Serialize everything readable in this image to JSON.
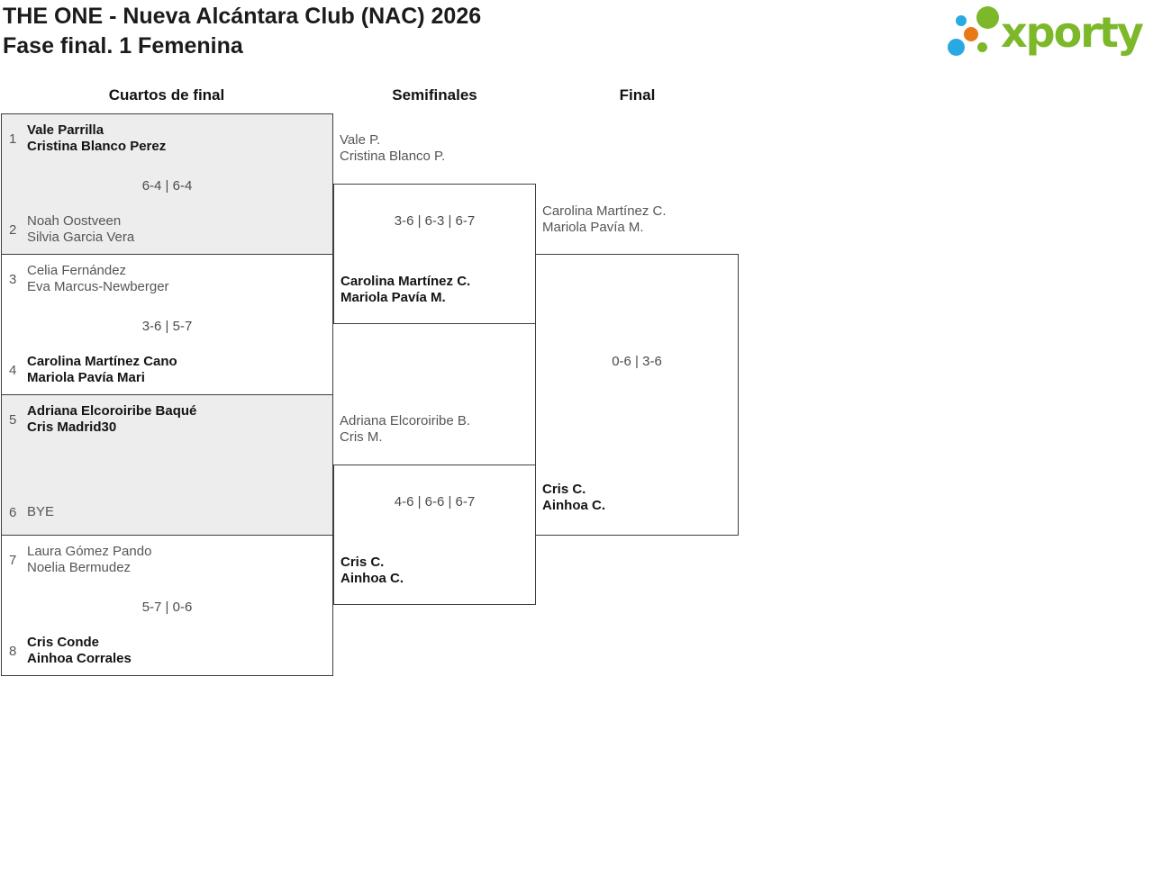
{
  "header": {
    "title_line1": "THE ONE - Nueva Alcántara Club (NAC) 2026",
    "title_line2": "Fase final. 1 Femenina",
    "logo_text": "xporty",
    "logo_colors": {
      "green": "#7cb829",
      "blue": "#29a9e0",
      "orange": "#e87917"
    }
  },
  "columns": {
    "quarterfinals": "Cuartos de final",
    "semifinals": "Semifinales",
    "final": "Final"
  },
  "bracket": {
    "quarterfinals": [
      {
        "top": {
          "seed": "1",
          "lines": [
            "Vale Parrilla",
            "Cristina Blanco Perez"
          ],
          "winner": true
        },
        "score": "6-4 | 6-4",
        "bottom": {
          "seed": "2",
          "lines": [
            "Noah Oostveen",
            "Silvia Garcia Vera"
          ],
          "winner": false
        }
      },
      {
        "top": {
          "seed": "3",
          "lines": [
            "Celia Fernández",
            "Eva Marcus-Newberger"
          ],
          "winner": false
        },
        "score": "3-6 | 5-7",
        "bottom": {
          "seed": "4",
          "lines": [
            "Carolina Martínez Cano",
            "Mariola Pavía Mari"
          ],
          "winner": true
        }
      },
      {
        "top": {
          "seed": "5",
          "lines": [
            "Adriana Elcoroiribe Baqué",
            "Cris Madrid30"
          ],
          "winner": true
        },
        "score": "",
        "bottom": {
          "seed": "6",
          "lines": [
            "BYE"
          ],
          "winner": false
        }
      },
      {
        "top": {
          "seed": "7",
          "lines": [
            "Laura Gómez Pando",
            "Noelia Bermudez"
          ],
          "winner": false
        },
        "score": "5-7 | 0-6",
        "bottom": {
          "seed": "8",
          "lines": [
            "Cris Conde",
            "Ainhoa Corrales"
          ],
          "winner": true
        }
      }
    ],
    "semifinals": [
      {
        "top": {
          "lines": [
            "Vale P.",
            "Cristina Blanco P."
          ],
          "winner": false
        },
        "score": "3-6 | 6-3 | 6-7",
        "bottom": {
          "lines": [
            "Carolina Martínez C.",
            "Mariola Pavía M."
          ],
          "winner": true
        }
      },
      {
        "top": {
          "lines": [
            "Adriana Elcoroiribe B.",
            "Cris M."
          ],
          "winner": false
        },
        "score": "4-6 | 6-6 | 6-7",
        "bottom": {
          "lines": [
            "Cris C.",
            "Ainhoa C."
          ],
          "winner": true
        }
      }
    ],
    "final": {
      "top": {
        "lines": [
          "Carolina Martínez C.",
          "Mariola Pavía M."
        ],
        "winner": false
      },
      "score": "0-6 | 3-6",
      "bottom": {
        "lines": [
          "Cris C.",
          "Ainhoa C."
        ],
        "winner": true
      }
    }
  }
}
